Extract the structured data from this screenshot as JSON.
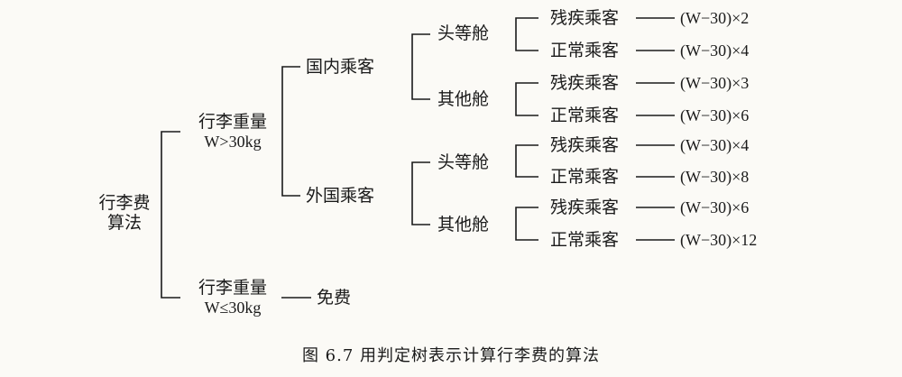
{
  "root": {
    "line1": "行李费",
    "line2": "算法"
  },
  "over30": {
    "line1": "行李重量",
    "line2": "W>30kg"
  },
  "under30": {
    "line1": "行李重量",
    "line2": "W≤30kg",
    "result": "免费"
  },
  "domestic": "国内乘客",
  "foreign": "外国乘客",
  "first_class": "头等舱",
  "other_class": "其他舱",
  "disabled": "残疾乘客",
  "normal": "正常乘客",
  "formulas": {
    "d_first_disabled": "(W−30)×2",
    "d_first_normal": "(W−30)×4",
    "d_other_disabled": "(W−30)×3",
    "d_other_normal": "(W−30)×6",
    "f_first_disabled": "(W−30)×4",
    "f_first_normal": "(W−30)×8",
    "f_other_disabled": "(W−30)×6",
    "f_other_normal": "(W−30)×12"
  },
  "caption": "图 6.7   用判定树表示计算行李费的算法"
}
